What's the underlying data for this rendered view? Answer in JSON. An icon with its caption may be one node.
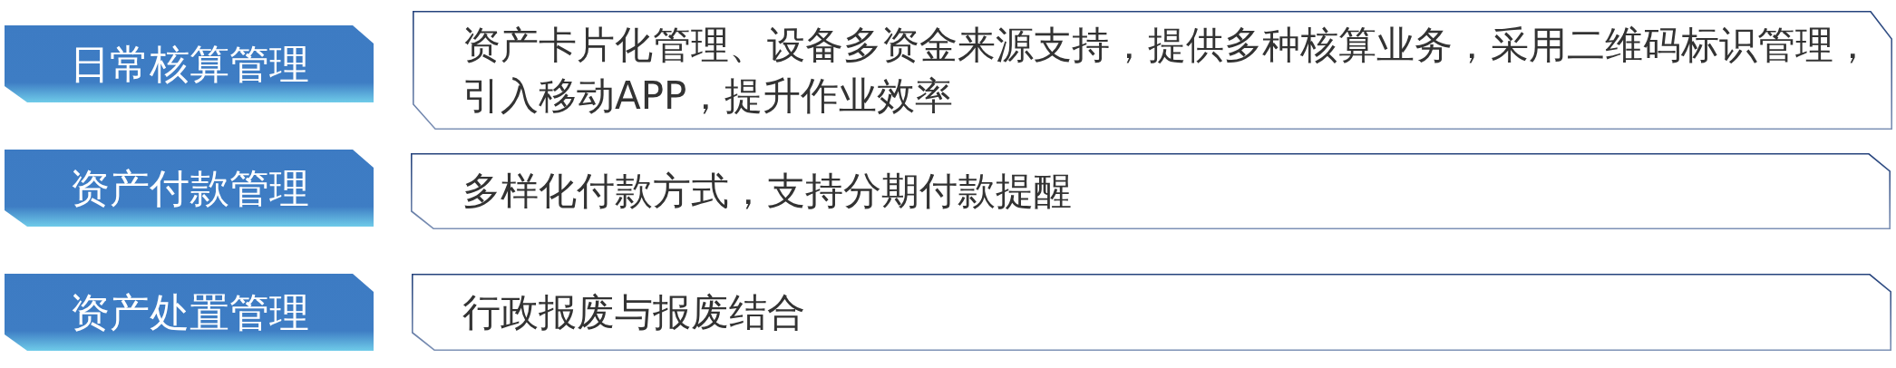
{
  "diagram": {
    "nodes": [
      {
        "text": [
          "日常核算管理"
        ]
      },
      {
        "text": [
          "资产卡片化管理、设备多资金来源支持，提供多种核算业务，采用二维码标识管理，引入移动APP，提升作业效率"
        ]
      },
      {
        "text": [
          "资产付款管理"
        ]
      },
      {
        "text": [
          "多样化付款方式，支持分期付款提醒"
        ]
      },
      {
        "text": [
          "资产处置管理"
        ]
      },
      {
        "text": [
          "行政报废与报废结合"
        ]
      }
    ]
  }
}
